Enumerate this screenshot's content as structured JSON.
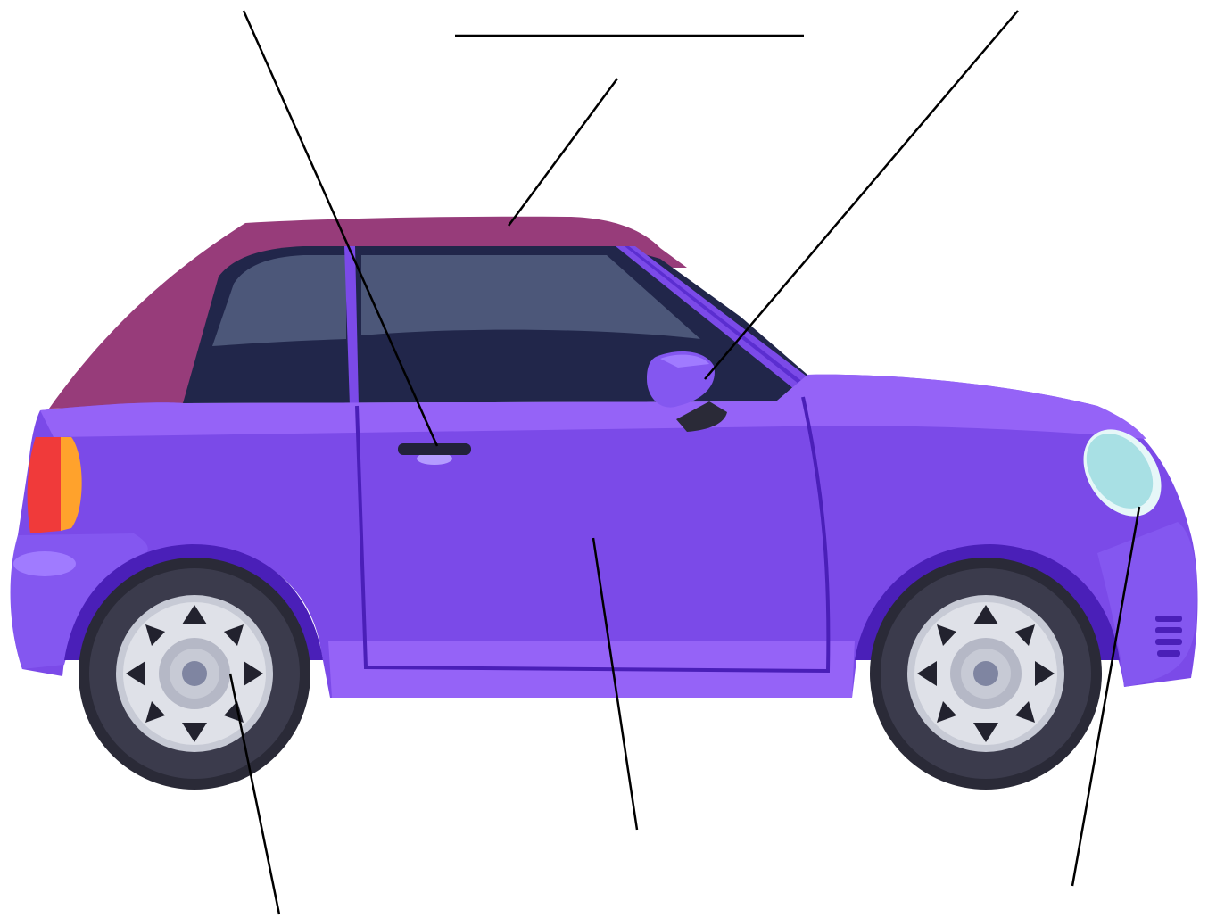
{
  "diagram": {
    "subject": "car-side-view",
    "colors": {
      "body": "#7b4ae8",
      "body_highlight": "#9563f7",
      "body_dark": "#5b2ed0",
      "roof": "#973c7a",
      "window": "#21264a",
      "window_reflection": "#4c5779",
      "tire": "#2a2a37",
      "rim": "#c7cad5",
      "headlight": "#a8e0e4",
      "taillight_red": "#f03a3a",
      "taillight_amber": "#ffa22c",
      "label_line": "#000000"
    },
    "blank_labels": [
      {
        "id": "door-handle",
        "text": ""
      },
      {
        "id": "roof",
        "text": ""
      },
      {
        "id": "side-mirror",
        "text": ""
      },
      {
        "id": "wheel",
        "text": ""
      },
      {
        "id": "door",
        "text": ""
      },
      {
        "id": "headlight",
        "text": ""
      }
    ]
  }
}
